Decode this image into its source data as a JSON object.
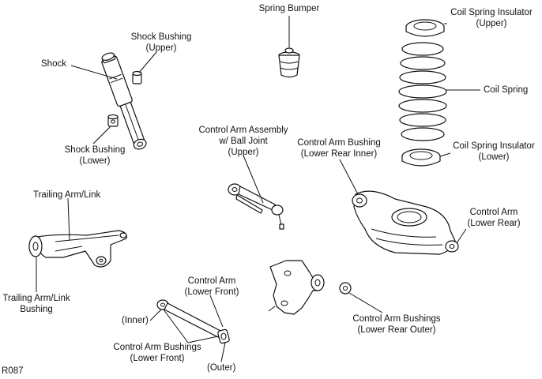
{
  "diagram": {
    "code": "R087",
    "labels": {
      "spring_bumper": "Spring Bumper",
      "coil_spring_insulator_upper_1": "Coil Spring Insulator",
      "coil_spring_insulator_upper_2": "(Upper)",
      "shock_bushing_upper_1": "Shock Bushing",
      "shock_bushing_upper_2": "(Upper)",
      "shock": "Shock",
      "coil_spring": "Coil Spring",
      "shock_bushing_lower_1": "Shock Bushing",
      "shock_bushing_lower_2": "(Lower)",
      "control_arm_upper_1": "Control Arm Assembly",
      "control_arm_upper_2": "w/ Ball Joint",
      "control_arm_upper_3": "(Upper)",
      "control_arm_bushing_lri_1": "Control Arm Bushing",
      "control_arm_bushing_lri_2": "(Lower Rear Inner)",
      "coil_spring_insulator_lower_1": "Coil Spring Insulator",
      "coil_spring_insulator_lower_2": "(Lower)",
      "trailing_arm_link": "Trailing Arm/Link",
      "control_arm_lower_rear_1": "Control Arm",
      "control_arm_lower_rear_2": "(Lower Rear)",
      "trailing_arm_bushing_1": "Trailing Arm/Link",
      "trailing_arm_bushing_2": "Bushing",
      "control_arm_lower_front_1": "Control Arm",
      "control_arm_lower_front_2": "(Lower Front)",
      "inner": "(Inner)",
      "control_arm_bushings_lro_1": "Control Arm Bushings",
      "control_arm_bushings_lro_2": "(Lower Rear Outer)",
      "control_arm_bushings_lf_1": "Control Arm Bushings",
      "control_arm_bushings_lf_2": "(Lower Front)",
      "outer": "(Outer)"
    }
  }
}
